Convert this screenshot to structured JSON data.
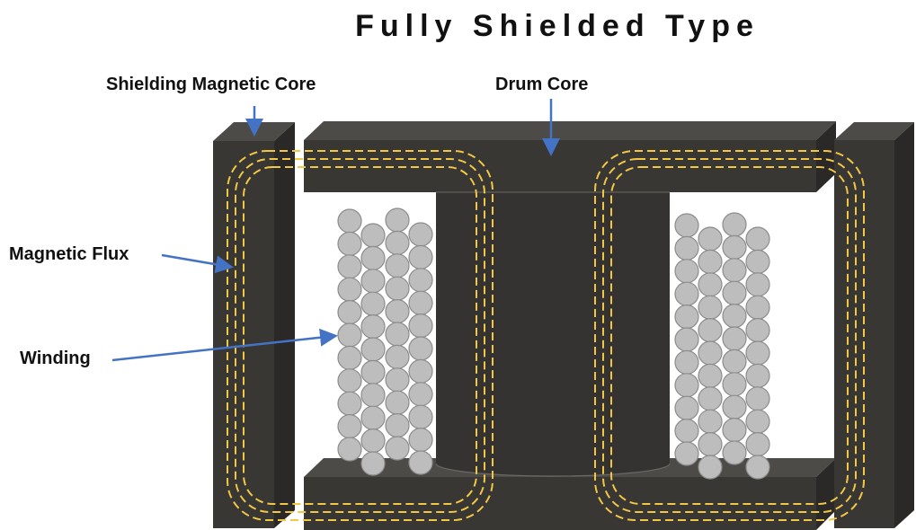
{
  "title": "Fully Shielded Type",
  "labels": {
    "shielding_core": "Shielding Magnetic Core",
    "drum_core": "Drum Core",
    "magnetic_flux": "Magnetic Flux",
    "winding": "Winding"
  },
  "colors": {
    "core_front": "#393734",
    "core_top": "#4d4b48",
    "core_side": "#2a2927",
    "winding_fill": "#bdbdbd",
    "winding_stroke": "#8c8c8c",
    "flux_line": "#f2c744",
    "arrow": "#4472c4"
  }
}
